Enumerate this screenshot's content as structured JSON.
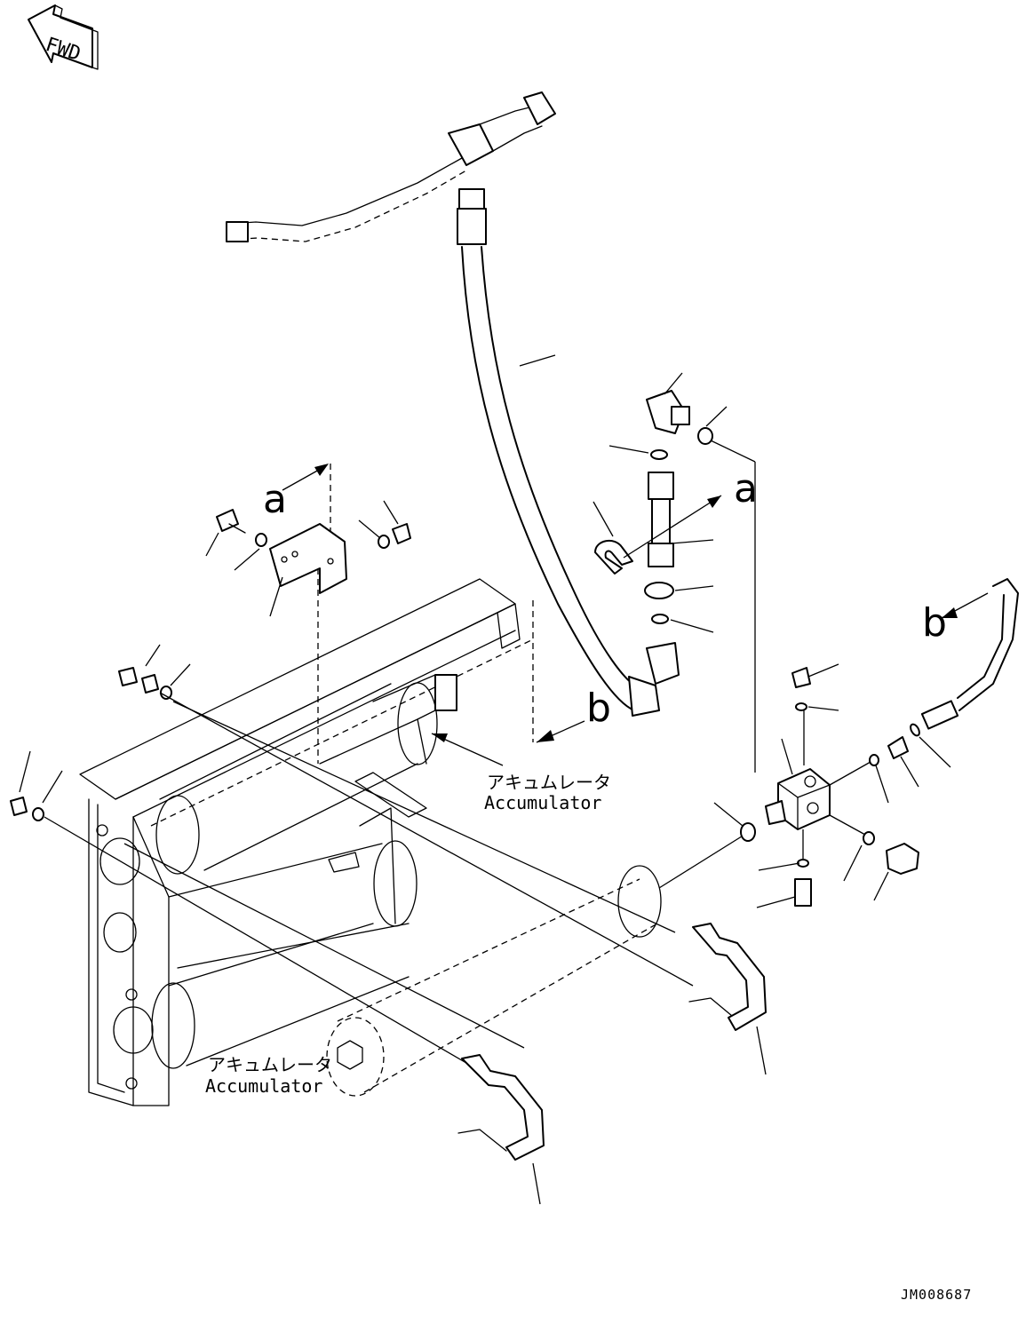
{
  "fwd_label": "FWD",
  "ref_a": "a",
  "ref_b": "b",
  "accumulator_upper": {
    "jp": "アキュムレータ",
    "en": "Accumulator"
  },
  "accumulator_lower": {
    "jp": "アキュムレータ",
    "en": "Accumulator"
  },
  "drawing_code": "JM008687"
}
